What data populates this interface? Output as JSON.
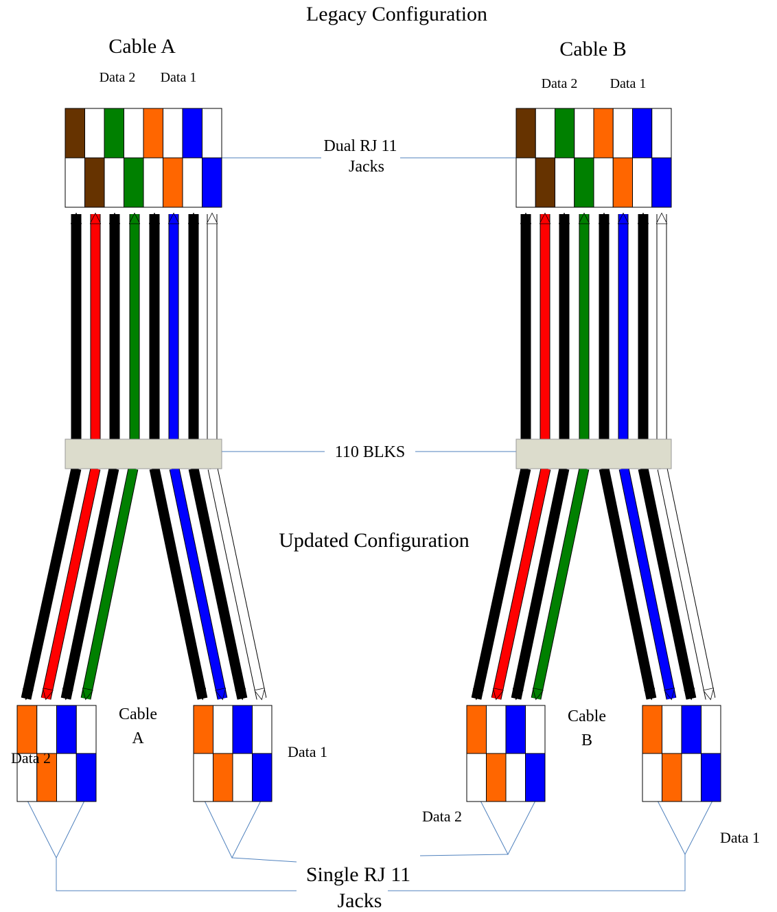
{
  "title": "Legacy Configuration",
  "subtitle": "Updated Configuration",
  "labels": {
    "cable_a_top": "Cable A",
    "cable_b_top": "Cable B",
    "data2": "Data 2",
    "data1": "Data 1",
    "dual_jacks_l1": "Dual RJ 11",
    "dual_jacks_l2": "Jacks",
    "blocks": "110 BLKS",
    "cable_a_bottom_l1": "Cable",
    "cable_a_bottom_l2": "A",
    "cable_b_bottom_l1": "Cable",
    "cable_b_bottom_l2": "B",
    "single_jacks_l1": "Single RJ 11",
    "single_jacks_l2": "Jacks"
  },
  "colors": {
    "brown": "#663300",
    "green": "#008000",
    "orange": "#ff6600",
    "blue": "#0000ff",
    "white": "#ffffff",
    "black": "#000000",
    "red": "#ff0000",
    "block_fill": "#dcdccc",
    "leader_line": "#4f81bd"
  },
  "dual_jack": {
    "top_row": [
      "brown",
      "white",
      "green",
      "white",
      "orange",
      "white",
      "blue",
      "white"
    ],
    "bottom_row": [
      "white",
      "brown",
      "white",
      "green",
      "white",
      "orange",
      "white",
      "blue"
    ]
  },
  "single_jack": {
    "top_row": [
      "orange",
      "white",
      "blue",
      "white"
    ],
    "bottom_row": [
      "white",
      "orange",
      "white",
      "blue"
    ]
  },
  "wire_colors": [
    "black",
    "red",
    "black",
    "green",
    "black",
    "blue",
    "black",
    "white"
  ]
}
